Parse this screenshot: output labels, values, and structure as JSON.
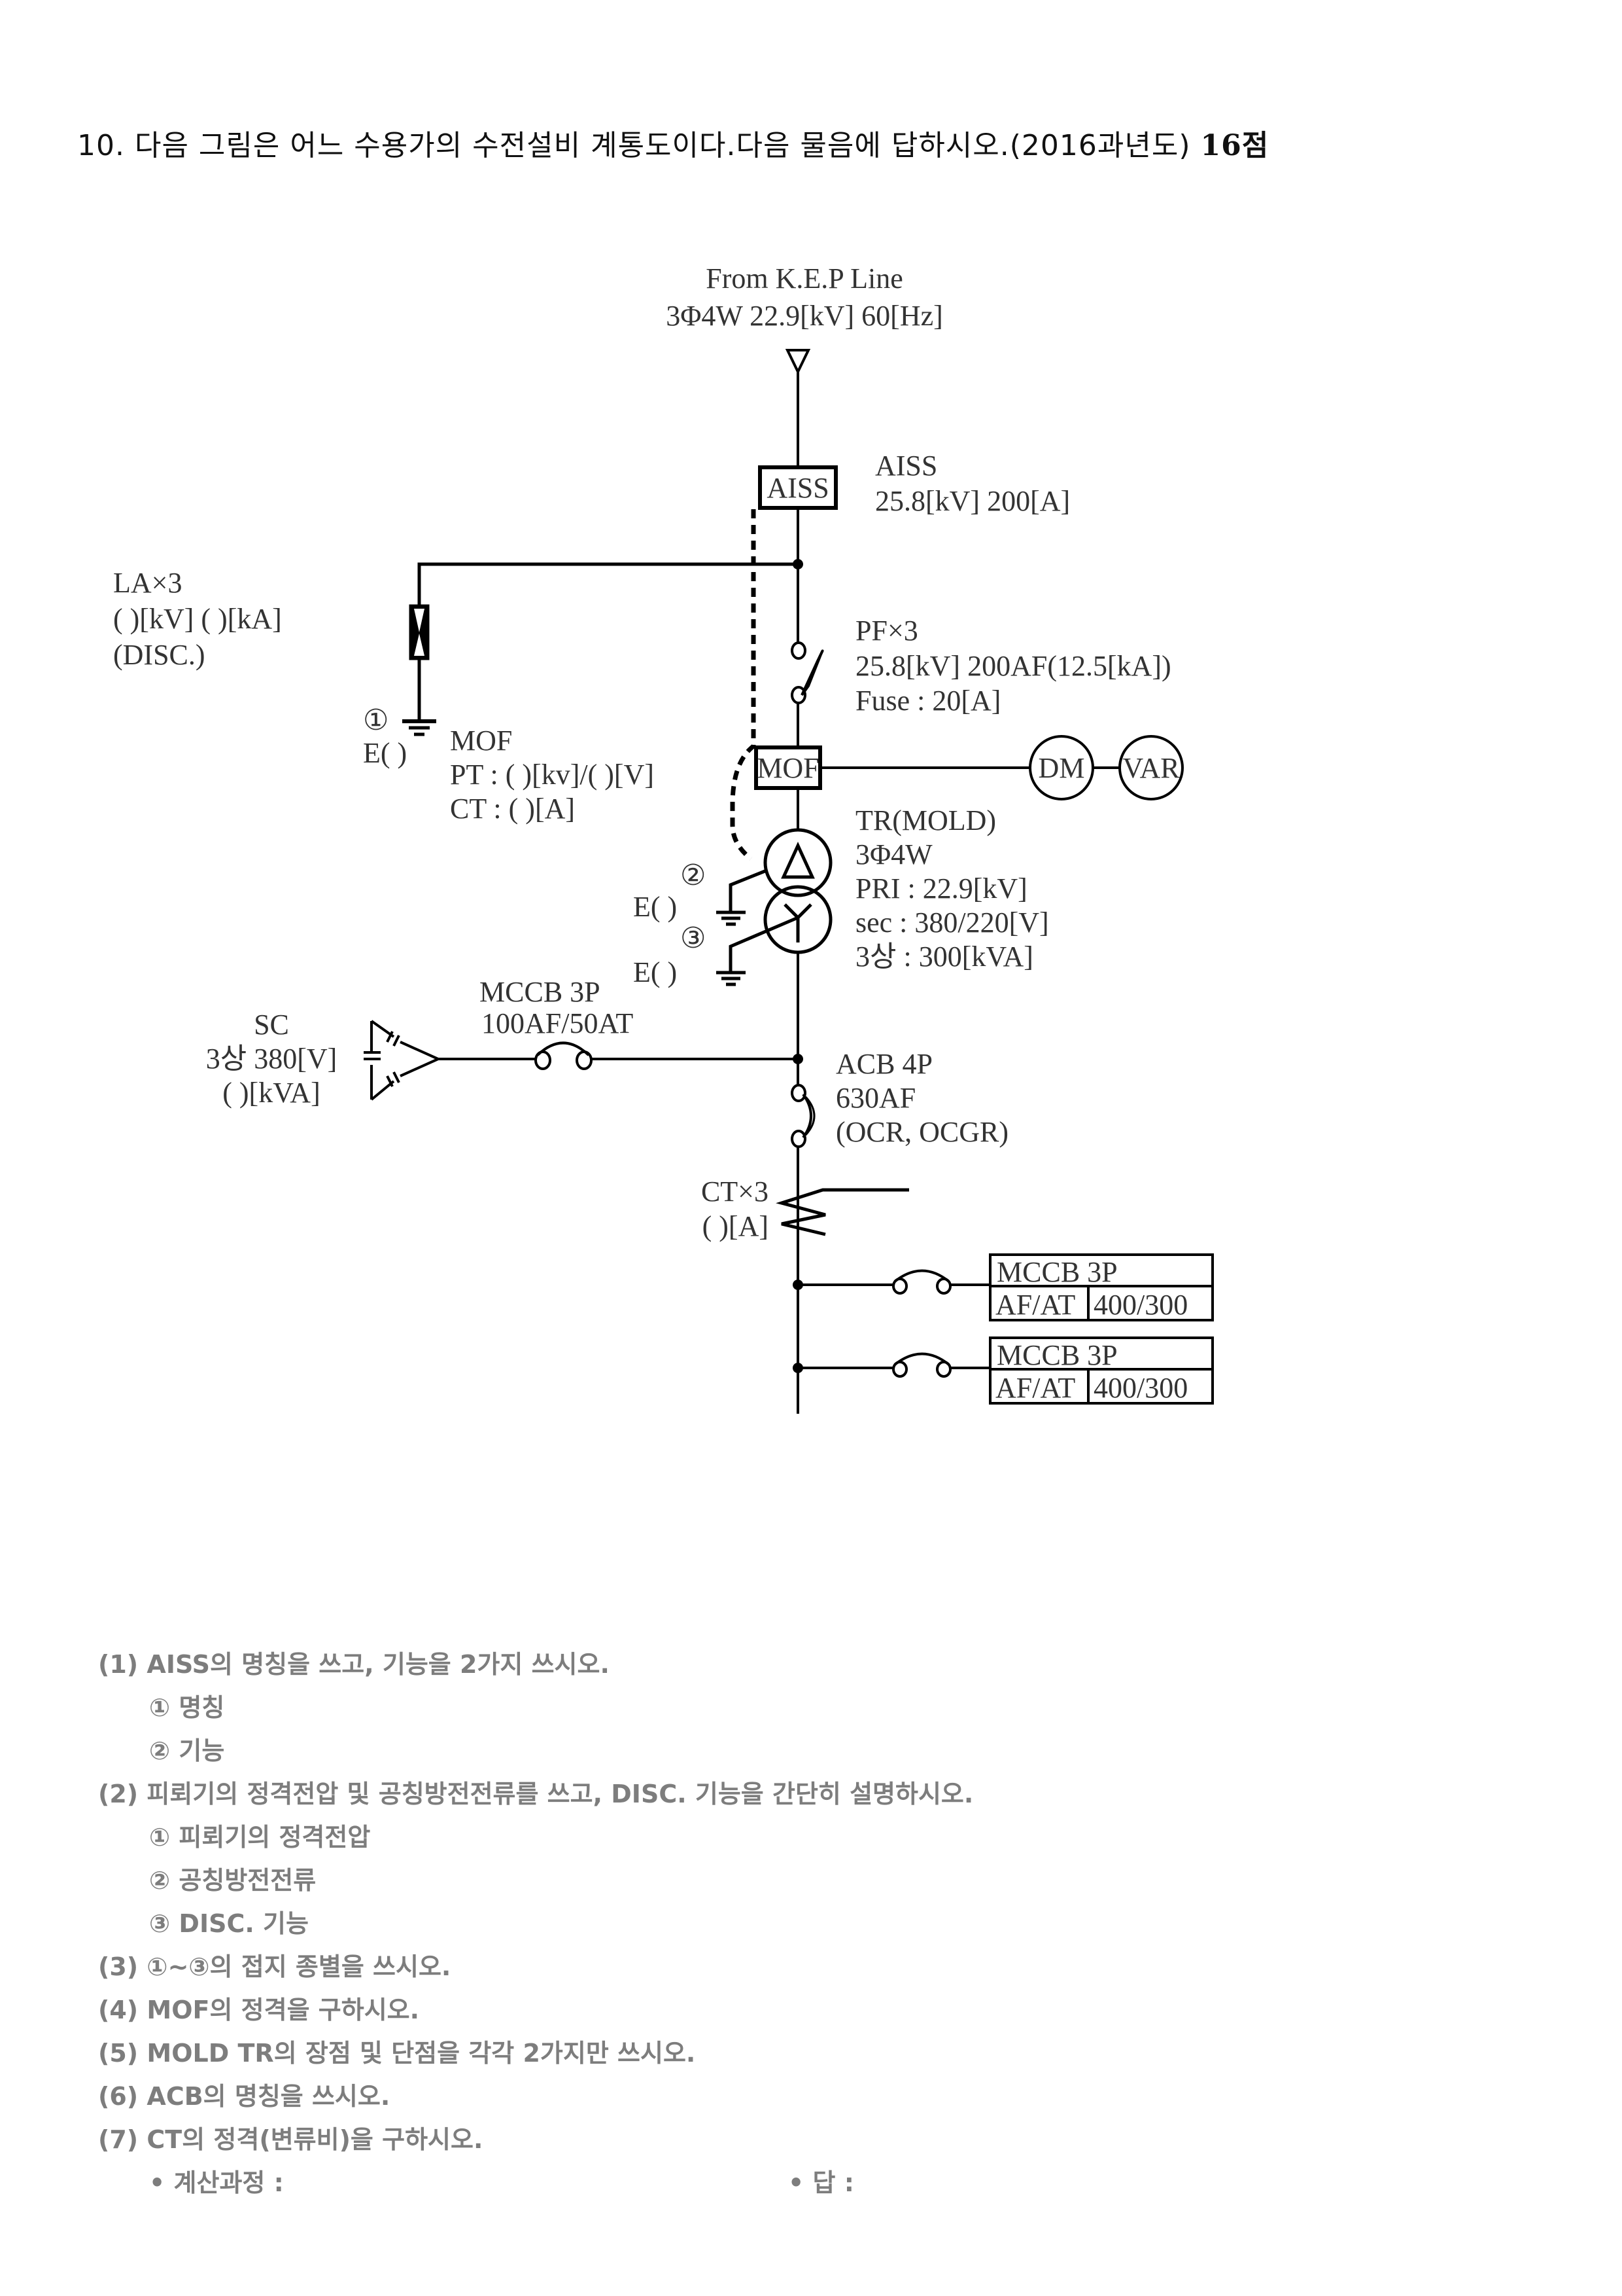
{
  "header": {
    "title": "10. 다음 그림은 어느 수용가의 수전설비 계통도이다.다음 물음에 답하시오.(2016과년도)",
    "points": "16점"
  },
  "diagram": {
    "source_line1": "From K.E.P Line",
    "source_line2": "3Φ4W 22.9[kV] 60[Hz]",
    "aiss": {
      "box_label": "AISS",
      "name": "AISS",
      "rating": "25.8[kV] 200[A]"
    },
    "la": {
      "line1": "LA×3",
      "line2": "(     )[kV] (     )[kA]",
      "line3": "(DISC.)"
    },
    "ground1": {
      "marker": "①",
      "label": "E(     )"
    },
    "pf": {
      "line1": "PF×3",
      "line2": "25.8[kV] 200AF(12.5[kA])",
      "line3": "Fuse : 20[A]"
    },
    "mof": {
      "box_label": "MOF",
      "name": "MOF",
      "pt": "PT : (     )[kv]/(     )[V]",
      "ct": "CT : (     )[A]"
    },
    "meters": {
      "dm": "DM",
      "var": "VAR"
    },
    "transformer": {
      "line1": "TR(MOLD)",
      "line2": "3Φ4W",
      "line3": "PRI : 22.9[kV]",
      "line4": "sec : 380/220[V]",
      "line5": "3상 : 300[kVA]"
    },
    "ground2": {
      "marker": "②",
      "label": "E(     )"
    },
    "ground3": {
      "marker": "③",
      "label": "E(     )"
    },
    "mccb_sc": {
      "line1": "MCCB 3P",
      "line2": "100AF/50AT"
    },
    "sc": {
      "line1": "SC",
      "line2": "3상 380[V]",
      "line3": "(     )[kVA]"
    },
    "acb": {
      "line1": "ACB 4P",
      "line2": "630AF",
      "line3": "(OCR, OCGR)"
    },
    "ct": {
      "line1": "CT×3",
      "line2": "(     )[A]"
    },
    "feeders": [
      {
        "title": "MCCB 3P",
        "key": "AF/AT",
        "value": "400/300"
      },
      {
        "title": "MCCB 3P",
        "key": "AF/AT",
        "value": "400/300"
      }
    ]
  },
  "questions": {
    "q1": "(1) AISS의 명칭을 쓰고, 기능을 2가지 쓰시오.",
    "q1_a": "① 명칭",
    "q1_b": "② 기능",
    "q2": "(2) 피뢰기의 정격전압 및 공칭방전전류를 쓰고, DISC. 기능을 간단히 설명하시오.",
    "q2_a": "① 피뢰기의 정격전압",
    "q2_b": "② 공칭방전전류",
    "q2_c": "③ DISC. 기능",
    "q3": "(3) ①~③의 접지 종별을 쓰시오.",
    "q4": "(4) MOF의 정격을 구하시오.",
    "q5": "(5) MOLD TR의 장점 및 단점을 각각 2가지만 쓰시오.",
    "q6": "(6) ACB의 명칭을 쓰시오.",
    "q7": "(7) CT의 정격(변류비)을 구하시오.",
    "calc_label": "• 계산과정 :",
    "answer_label": "• 답 :"
  }
}
